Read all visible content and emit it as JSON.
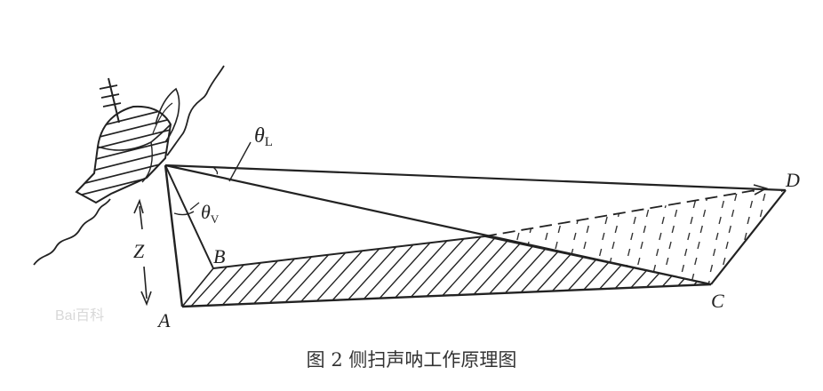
{
  "caption": "图 2  侧扫声呐工作原理图",
  "labels": {
    "theta_l": "θ",
    "theta_l_sub": "L",
    "theta_v": "θ",
    "theta_v_sub": "V",
    "z": "Z",
    "a": "A",
    "b": "B",
    "c": "C",
    "d": "D"
  },
  "watermark": "Bai百科"
}
